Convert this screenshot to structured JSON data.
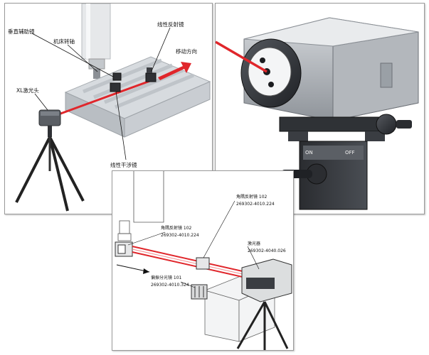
{
  "left_panel": {
    "labels": {
      "vertical_aux_mirror": "垂直辅助镜",
      "spindle": "机床转轴",
      "linear_reflector": "线性反射镜",
      "move_direction": "移动方向",
      "laser_head": "XL激光头",
      "linear_interferometer": "线性干涉镜"
    }
  },
  "right_panel": {
    "switch_on": "ON",
    "switch_off": "OFF"
  },
  "bottom_panel": {
    "labels": {
      "retro_top_name": "角隅反射镜 102",
      "retro_top_code": "269302-4010.224",
      "retro_left_name": "角隅反射镜 102",
      "retro_left_code": "269302-4010.224",
      "laser_name": "激光器",
      "laser_code": "269302-4040.026",
      "splitter_name": "偏振分光镜 101",
      "splitter_code": "269302-4010.324"
    }
  },
  "colors": {
    "laser_beam": "#e0262b",
    "panel_border": "#9a9a9a",
    "metal_dark": "#3a3d42",
    "metal_light": "#c9cdd2"
  }
}
